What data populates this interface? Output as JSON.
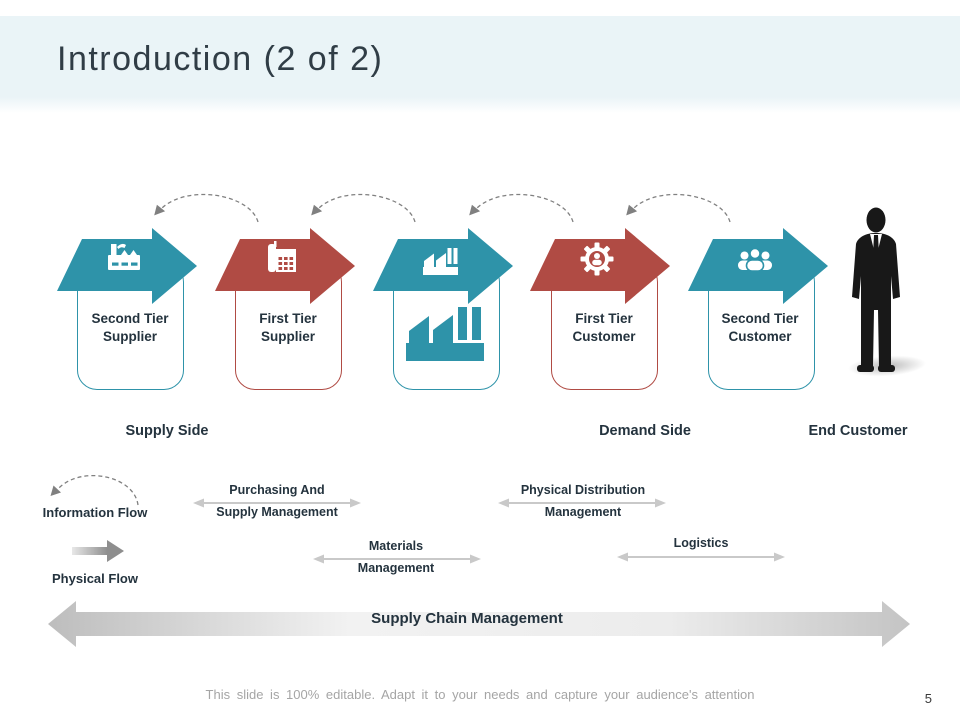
{
  "slide": {
    "title": "Introduction (2 of 2)",
    "footer": "This slide is 100% editable. Adapt it to your needs and capture your audience's attention",
    "page_number": "5"
  },
  "chain": {
    "nodes": [
      {
        "line1": "Second Tier",
        "line2": "Supplier",
        "color": "teal",
        "icon": "factory-icon"
      },
      {
        "line1": "First Tier",
        "line2": "Supplier",
        "color": "red",
        "icon": "building-icon"
      },
      {
        "line1": "",
        "line2": "",
        "color": "teal",
        "icon": "factory-sawtooth-icon"
      },
      {
        "line1": "First Tier",
        "line2": "Customer",
        "color": "red",
        "icon": "gear-person-icon"
      },
      {
        "line1": "Second Tier",
        "line2": "Customer",
        "color": "teal",
        "icon": "people-group-icon"
      }
    ]
  },
  "sections": {
    "supply": "Supply Side",
    "demand": "Demand Side",
    "end_customer": "End Customer"
  },
  "flows": {
    "information": "Information Flow",
    "physical": "Physical Flow"
  },
  "spans": [
    {
      "line1": "Purchasing And",
      "line2": "Supply Management"
    },
    {
      "line1": "Physical Distribution",
      "line2": "Management"
    },
    {
      "line1": "Materials",
      "line2": "Management"
    },
    {
      "line1": "Logistics",
      "line2": ""
    }
  ],
  "bottom_arrow": {
    "label": "Supply Chain Management"
  },
  "colors": {
    "teal": "#2E93A9",
    "red": "#B04B44",
    "header_bg": "#EAF4F7",
    "title": "#303D46",
    "label": "#24333E",
    "gray_line": "#C9C9C9",
    "dash": "#808080",
    "footer": "#A5A5A5",
    "silhouette": "#181818",
    "page_num": "#3A3A3A"
  }
}
